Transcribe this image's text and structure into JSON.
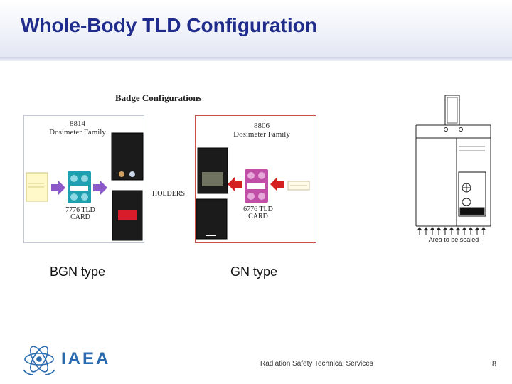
{
  "slide": {
    "title": "Whole-Body TLD Configuration",
    "footer": "Radiation Safety Technical Services",
    "page_number": "8",
    "logo_text": "IAEA"
  },
  "figure": {
    "heading": "Badge Configurations",
    "left_family": "8814\nDosimeter Family",
    "right_family": "8806\nDosimeter Family",
    "left_card": "7776 TLD\nCARD",
    "right_card": "6776 TLD\nCARD",
    "holders": "HOLDERS",
    "sealed_area": "Area to be sealed"
  },
  "labels": {
    "bgn": "BGN type",
    "gn": "GN type"
  },
  "colors": {
    "title": "#1f2c8c",
    "arrow_purple": "#8b59c8",
    "arrow_red": "#d42020",
    "card_teal": "#1f9fb0",
    "card_pink": "#c14fa8"
  }
}
